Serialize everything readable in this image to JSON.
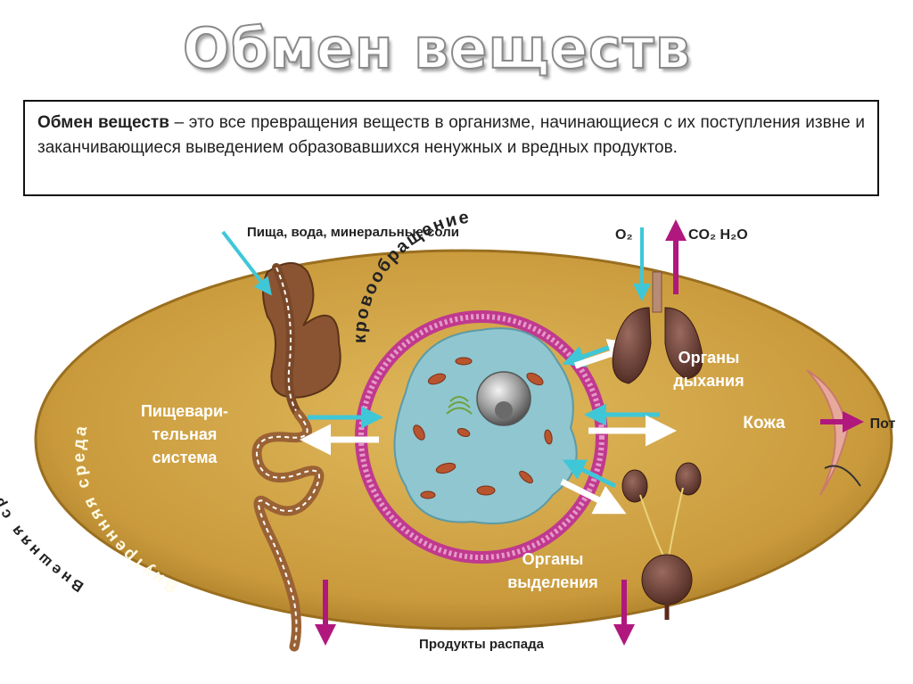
{
  "title": "Обмен веществ",
  "definition": {
    "term": "Обмен веществ",
    "text": " – это все превращения веществ в организме, начинающиеся с их поступления извне и заканчивающиеся выведением образовавшихся ненужных и вредных продуктов."
  },
  "diagram": {
    "intake_label": "Пища, вода, минеральные соли",
    "o2_label": "O₂",
    "co2_h2o_label": "CO₂  H₂O",
    "circulation_label": "кровообращение",
    "internal_env_label": "Внутренняя среда",
    "external_env_label": "Внешняя среда",
    "digestive_label_line1": "Пищевари-",
    "digestive_label_line2": "тельная",
    "digestive_label_line3": "система",
    "respiratory_label_line1": "Органы",
    "respiratory_label_line2": "дыхания",
    "skin_label": "Кожа",
    "sweat_label": "Пот",
    "excretory_label_line1": "Органы",
    "excretory_label_line2": "выделения",
    "decay_label": "Продукты распада"
  },
  "colors": {
    "ellipse": "#cfa247",
    "ellipse_dark": "#a57a22",
    "circulation_ring": "#c0398f",
    "cell": "#8fc6cf",
    "cyan_arrow": "#3fc7d8",
    "magenta_arrow": "#b0187e",
    "label_white": "#ffffff",
    "label_dark": "#222222"
  }
}
